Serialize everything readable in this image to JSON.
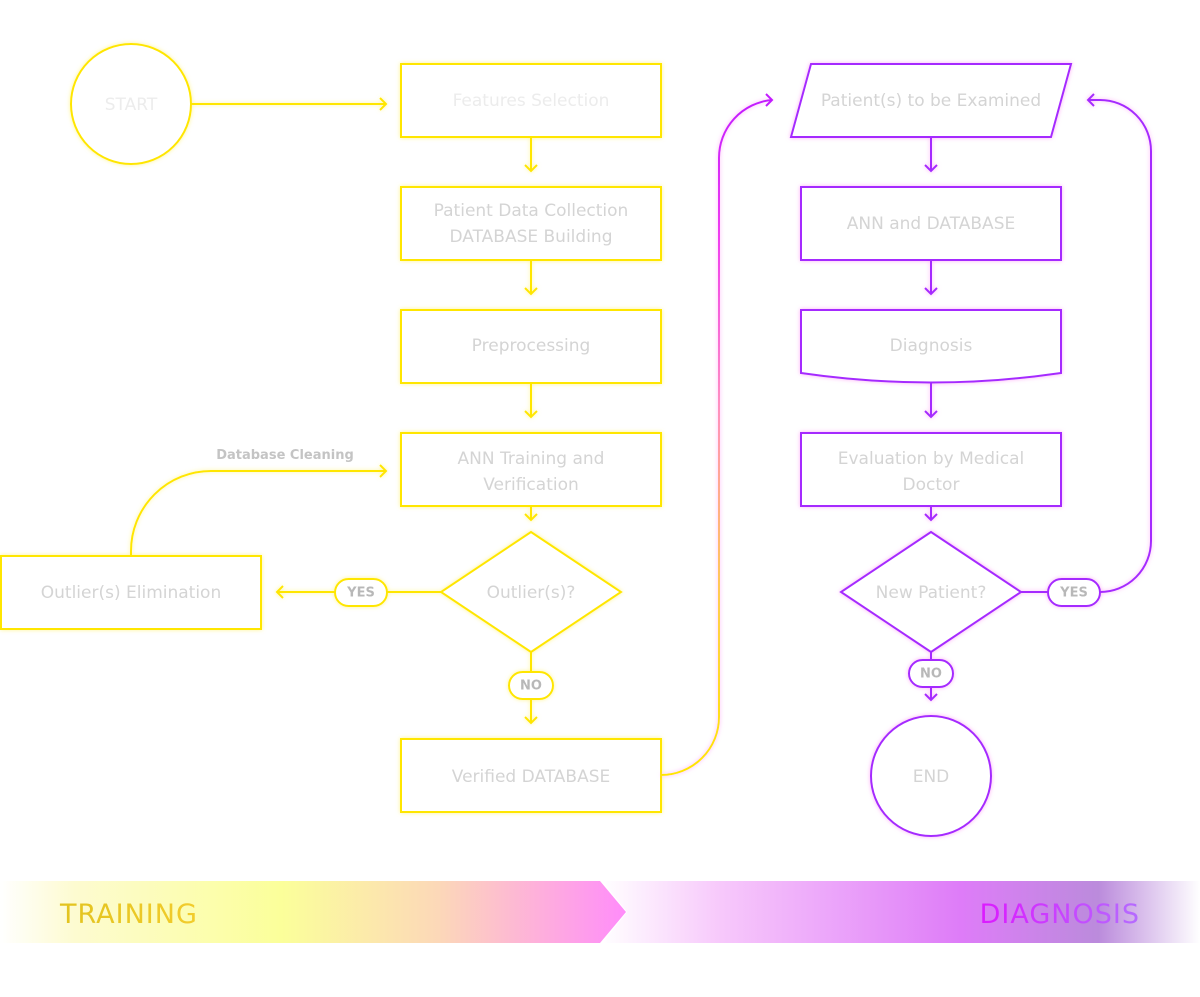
{
  "diagram": {
    "training": {
      "start": "START",
      "features_selection": "Features Selection",
      "data_collection_line1": "Patient Data Collection",
      "data_collection_line2": "DATABASE Building",
      "preprocessing": "Preprocessing",
      "ann_training_line1": "ANN Training and",
      "ann_training_line2": "Verification",
      "outliers_decision": "Outlier(s)?",
      "outliers_yes": "YES",
      "outliers_no": "NO",
      "outlier_elimination": "Outlier(s) Elimination",
      "database_cleaning": "Database Cleaning",
      "verified_database": "Verified DATABASE"
    },
    "diagnosis": {
      "patients_examined": "Patient(s) to be Examined",
      "ann_database": "ANN and DATABASE",
      "diagnosis": "Diagnosis",
      "evaluation_line1": "Evaluation by Medical",
      "evaluation_line2": "Doctor",
      "new_patient_decision": "New Patient?",
      "new_patient_yes": "YES",
      "new_patient_no": "NO",
      "end": "END"
    },
    "colors": {
      "training": "#ffe600",
      "diagnosis": "#a52cff",
      "node_text": "#d4d4d4"
    }
  },
  "phase_bar": {
    "training_label": "TRAINING",
    "diagnosis_label": "DIAGNOSIS",
    "training_label_color": "#e6c41f",
    "diagnosis_label_color": "#d92bf0"
  }
}
